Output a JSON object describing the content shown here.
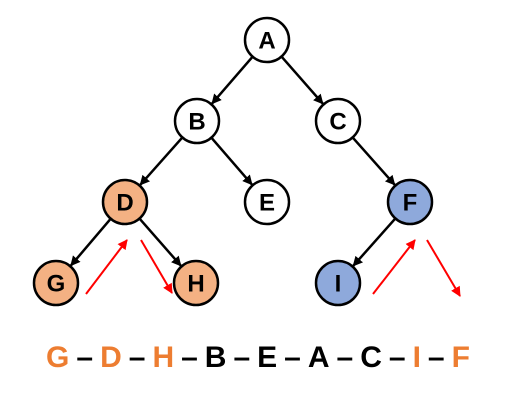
{
  "colors": {
    "highlight_orange": "#f4b183",
    "highlight_blue": "#8ea9db",
    "plain": "#ffffff",
    "arrow_red": "#ff0000",
    "seq_orange": "#ed7d31",
    "seq_black": "#000000"
  },
  "tree": {
    "nodes": [
      {
        "id": "A",
        "label": "A",
        "fill": "plain"
      },
      {
        "id": "B",
        "label": "B",
        "fill": "plain"
      },
      {
        "id": "C",
        "label": "C",
        "fill": "plain"
      },
      {
        "id": "D",
        "label": "D",
        "fill": "highlight_orange"
      },
      {
        "id": "E",
        "label": "E",
        "fill": "plain"
      },
      {
        "id": "F",
        "label": "F",
        "fill": "highlight_blue"
      },
      {
        "id": "G",
        "label": "G",
        "fill": "highlight_orange"
      },
      {
        "id": "H",
        "label": "H",
        "fill": "highlight_orange"
      },
      {
        "id": "I",
        "label": "I",
        "fill": "highlight_blue"
      }
    ],
    "edges": [
      {
        "from": "A",
        "to": "B"
      },
      {
        "from": "A",
        "to": "C"
      },
      {
        "from": "B",
        "to": "D"
      },
      {
        "from": "B",
        "to": "E"
      },
      {
        "from": "C",
        "to": "F"
      },
      {
        "from": "D",
        "to": "G"
      },
      {
        "from": "D",
        "to": "H"
      },
      {
        "from": "F",
        "to": "I"
      }
    ],
    "traversal_arrows": [
      {
        "from": "G",
        "to": "D"
      },
      {
        "from": "D",
        "to": "H"
      },
      {
        "from": "I",
        "to": "F"
      },
      {
        "from": "F",
        "to": "exit"
      }
    ]
  },
  "sequence": {
    "separator": "–",
    "items": [
      {
        "label": "G",
        "color": "seq_orange"
      },
      {
        "label": "D",
        "color": "seq_orange"
      },
      {
        "label": "H",
        "color": "seq_orange"
      },
      {
        "label": "B",
        "color": "seq_black"
      },
      {
        "label": "E",
        "color": "seq_black"
      },
      {
        "label": "A",
        "color": "seq_black"
      },
      {
        "label": "C",
        "color": "seq_black"
      },
      {
        "label": "I",
        "color": "seq_orange"
      },
      {
        "label": "F",
        "color": "seq_orange"
      }
    ]
  }
}
